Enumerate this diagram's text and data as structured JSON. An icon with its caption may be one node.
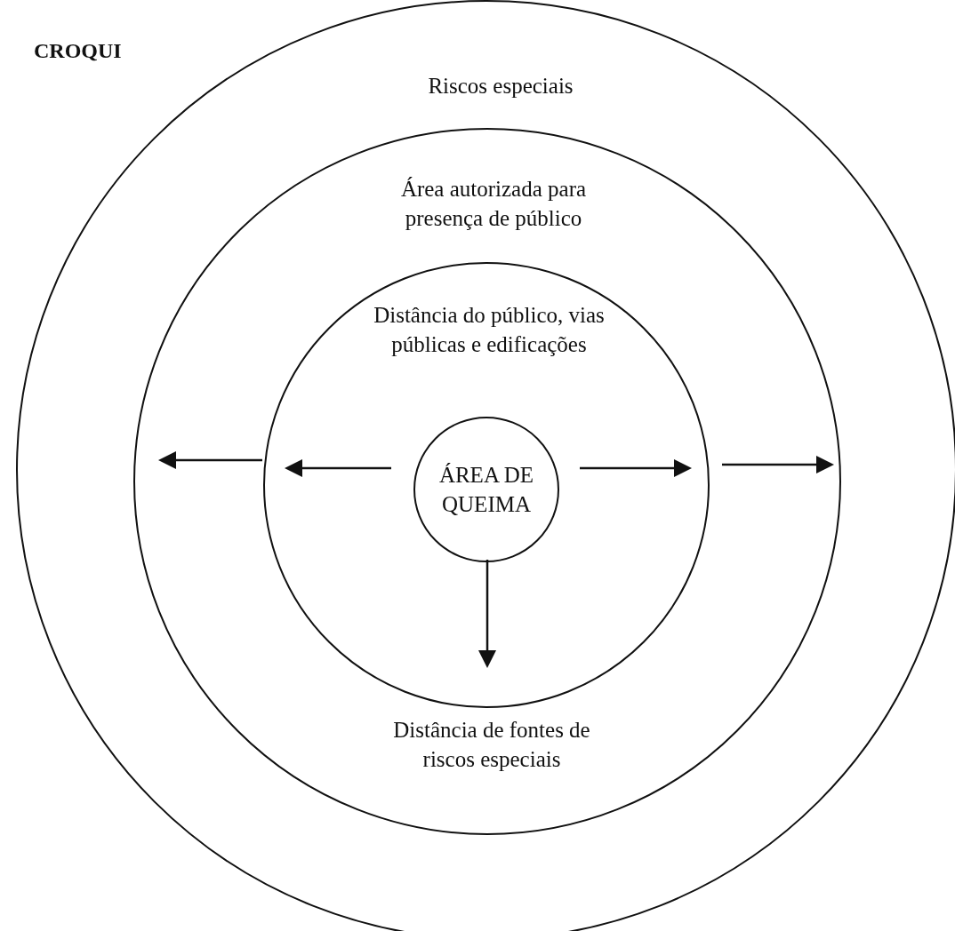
{
  "diagram": {
    "title": "CROQUI",
    "nodes": [
      {
        "text": [
          "Riscos especiais"
        ]
      },
      {
        "text": [
          "Área autorizada para presença de público",
          "Distância de fontes de riscos especiais"
        ],
        "in": 0
      },
      {
        "text": [
          "Distância do público, vias públicas e edificações"
        ],
        "in": 1
      },
      {
        "text": [
          "ÁREA DE QUEIMA"
        ],
        "in": 2
      }
    ]
  }
}
